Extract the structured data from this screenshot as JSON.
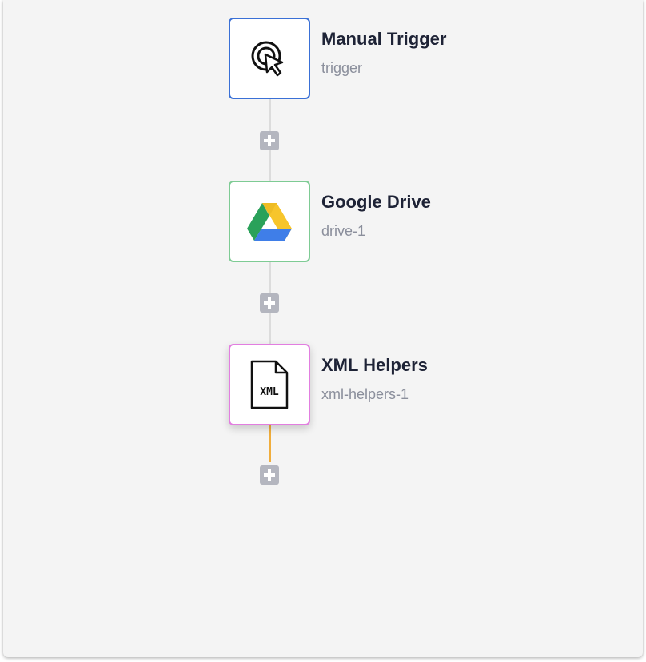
{
  "workflow": {
    "steps": [
      {
        "title": "Manual Trigger",
        "subtitle": "trigger",
        "icon": "cursor-click-icon",
        "border_color": "#3a70d6"
      },
      {
        "title": "Google Drive",
        "subtitle": "drive-1",
        "icon": "google-drive-icon",
        "border_color": "#7ecb94"
      },
      {
        "title": "XML Helpers",
        "subtitle": "xml-helpers-1",
        "icon": "xml-file-icon",
        "icon_text": "XML",
        "border_color": "#e27ee0"
      }
    ],
    "connector_color": "#dcdcdc",
    "active_connector_color": "#f0ad3c"
  }
}
